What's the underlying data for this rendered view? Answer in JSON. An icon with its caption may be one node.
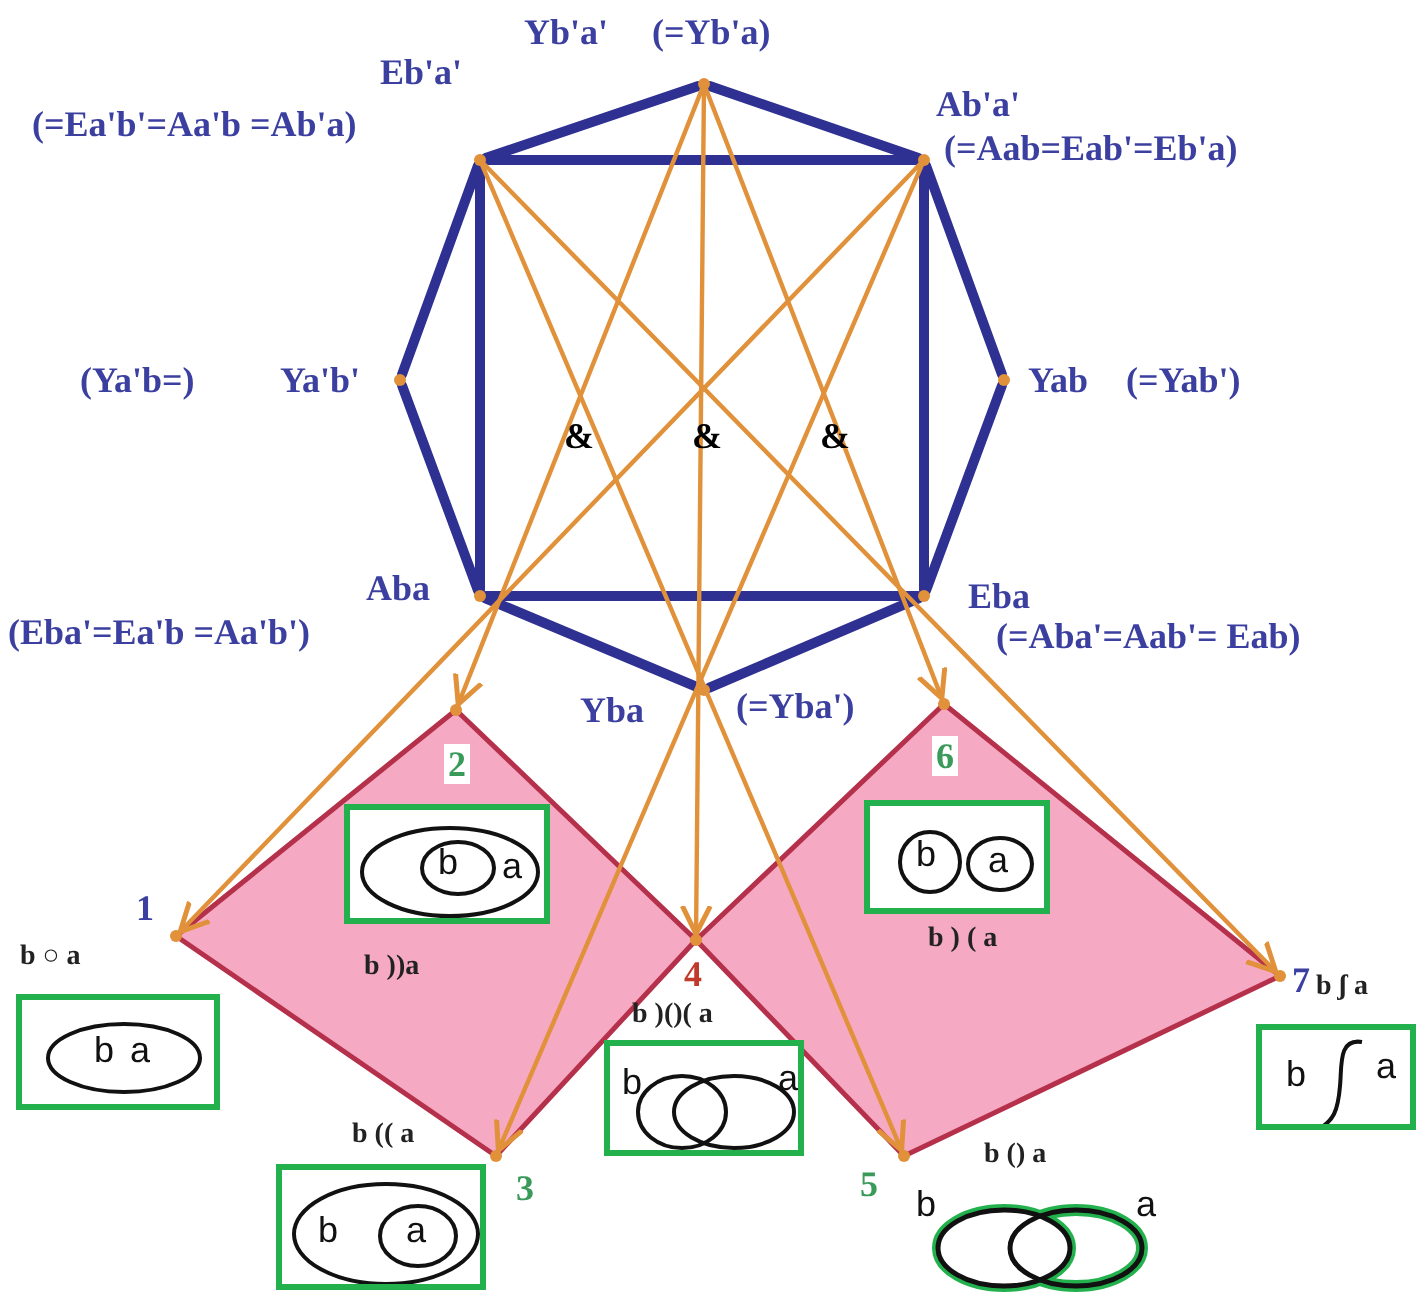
{
  "diagram": {
    "nodes": [
      {
        "text": [],
        "shape": "circle",
        "beside": [
          "Yb'a'",
          "(=Yb'a)"
        ]
      },
      {
        "text": [],
        "shape": "circle",
        "beside": [
          "Eb'a'",
          "(=Ea'b'=Aa'b =Ab'a)"
        ]
      },
      {
        "text": [],
        "shape": "circle",
        "beside": [
          "Ab'a'",
          "(=Aab=Eab'=Eb'a)"
        ]
      },
      {
        "text": [],
        "shape": "circle",
        "beside": [
          "(Ya'b=)",
          "Ya'b'"
        ]
      },
      {
        "text": [],
        "shape": "circle",
        "beside": [
          "Yab",
          "(=Yab')"
        ]
      },
      {
        "text": [],
        "shape": "circle",
        "beside": [
          "Aba",
          "(Eba'=Ea'b =Aa'b')"
        ]
      },
      {
        "text": [],
        "shape": "circle",
        "beside": [
          "Eba",
          "(=Aba'=Aab'= Eab)"
        ]
      },
      {
        "text": [],
        "shape": "circle"
      },
      {
        "text": [],
        "shape": "diamond"
      },
      {
        "text": [],
        "shape": "diamond"
      },
      {
        "text": [],
        "shape": "circle",
        "beside": [
          "1"
        ]
      },
      {
        "text": [],
        "shape": "circle"
      },
      {
        "text": [],
        "shape": "circle",
        "beside": [
          "3"
        ]
      },
      {
        "text": [],
        "shape": "circle",
        "beside": [
          "4"
        ]
      },
      {
        "text": [],
        "shape": "circle",
        "beside": [
          "5"
        ]
      },
      {
        "text": [],
        "shape": "circle"
      },
      {
        "text": [],
        "shape": "circle",
        "beside": [
          "7"
        ]
      },
      {
        "text": [
          "b ○ a",
          "b",
          "a"
        ]
      },
      {
        "text": [
          "b",
          "a",
          "b ))a"
        ],
        "in": 8
      },
      {
        "text": [
          "b (( a",
          "b",
          "a"
        ]
      },
      {
        "text": [
          "b )()( a",
          "b",
          "a"
        ]
      },
      {
        "text": [
          "b () a",
          "b",
          "a"
        ]
      },
      {
        "text": [
          "b",
          "a",
          "b ) ( a"
        ],
        "in": 9
      },
      {
        "text": [
          "b ʃ a",
          "b",
          "a"
        ]
      }
    ],
    "edges": [
      {
        "from": 0,
        "to": 1,
        "arrow": "none"
      },
      {
        "from": 0,
        "to": 2,
        "arrow": "none"
      },
      {
        "from": 1,
        "to": 2,
        "arrow": "none"
      },
      {
        "from": 1,
        "to": 3,
        "arrow": "none"
      },
      {
        "from": 3,
        "to": 5,
        "arrow": "none"
      },
      {
        "from": 1,
        "to": 5,
        "arrow": "none"
      },
      {
        "from": 2,
        "to": 4,
        "arrow": "none"
      },
      {
        "from": 4,
        "to": 6,
        "arrow": "none"
      },
      {
        "from": 2,
        "to": 6,
        "arrow": "none"
      },
      {
        "from": 5,
        "to": 6,
        "arrow": "none"
      },
      {
        "from": 5,
        "to": 7,
        "arrow": "none"
      },
      {
        "from": 6,
        "to": 7,
        "arrow": "none"
      },
      {
        "from": 0,
        "to": 11,
        "arrow": "to",
        "color": "#e0913a"
      },
      {
        "from": 0,
        "to": 13,
        "arrow": "to",
        "color": "#e0913a"
      },
      {
        "from": 0,
        "to": 15,
        "arrow": "to",
        "color": "#e0913a"
      },
      {
        "from": 1,
        "to": 14,
        "arrow": "to",
        "color": "#e0913a"
      },
      {
        "from": 1,
        "to": 16,
        "arrow": "to",
        "color": "#e0913a"
      },
      {
        "from": 2,
        "to": 10,
        "arrow": "to",
        "color": "#e0913a"
      },
      {
        "from": 2,
        "to": 12,
        "arrow": "to",
        "color": "#e0913a"
      }
    ],
    "labels": [
      "&",
      "&",
      "&",
      "Yba",
      "(=Yba')",
      "2",
      "6"
    ]
  }
}
